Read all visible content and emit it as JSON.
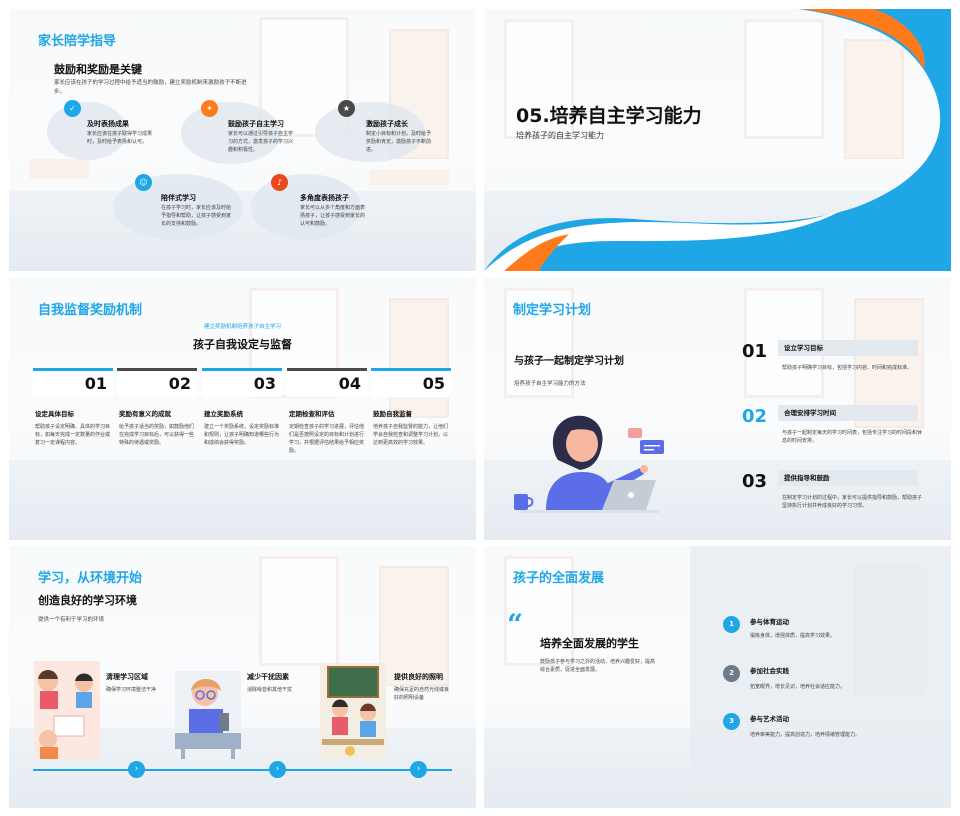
{
  "colors": {
    "accent": "#1fa6e6",
    "orange": "#ff7a1a",
    "dark": "#4a4a4a",
    "red": "#e8491d"
  },
  "slide1": {
    "title": "家长陪学指导",
    "heading": "鼓励和奖励是关键",
    "intro": "家长应该在孩子的学习过程中给予适当的鼓励，建立奖励机制来激励孩子不断进步。",
    "cards": [
      {
        "title": "及时表扬成果",
        "text": "家长应该在孩子取得学习成果时，及时给予表扬和认可。",
        "icon": "thumbs-up-icon"
      },
      {
        "title": "鼓励孩子自主学习",
        "text": "家长可以通过引导孩子自主学习的方式，激发孩子的学习兴趣和积极性。",
        "icon": "lightbulb-icon"
      },
      {
        "title": "激励孩子成长",
        "text": "制定小目标和计划，及时给予奖励和肯定，激励孩子不断前进。",
        "icon": "medal-icon"
      },
      {
        "title": "陪伴式学习",
        "text": "在孩子学习时，家长应该及时给予指导和帮助，让孩子感受到家长的支持和鼓励。",
        "icon": "people-icon"
      },
      {
        "title": "多角度表扬孩子",
        "text": "家长可以从多个角度和方面表扬孩子，让孩子感受到家长的认可和鼓励。",
        "icon": "megaphone-icon"
      }
    ]
  },
  "slide2": {
    "title": "05.培养自主学习能力",
    "subtitle": "培养孩子的自主学习能力"
  },
  "slide3": {
    "title": "自我监督奖励机制",
    "top_text": "建立奖励机制培养孩子自主学习",
    "heading": "孩子自我设定与监督",
    "columns": [
      {
        "num": "01",
        "title": "设定具体目标",
        "text": "帮助孩子设定明确、具体的学习目标，如每天完成一定数量的作业或复习一定课程内容。"
      },
      {
        "num": "02",
        "title": "奖励有意义的成就",
        "text": "给予孩子适当的奖励，如鼓励他们在完成学习目标后，可以获得一些特殊的待遇或奖励。"
      },
      {
        "num": "03",
        "title": "建立奖励系统",
        "text": "建立一个奖励系统，设定奖励标准和规则，让孩子明确知道哪些行为和成绩会获得奖励。"
      },
      {
        "num": "04",
        "title": "定期检查和评估",
        "text": "定期检查孩子的学习进展，评估他们是否按照设定的目标和计划进行学习，并根据评估结果给予相应奖励。"
      },
      {
        "num": "05",
        "title": "鼓励自我监督",
        "text": "培养孩子自我监督的能力，让他们学会自我检查和调整学习计划，以达到更高效的学习效果。"
      }
    ]
  },
  "slide4": {
    "title": "制定学习计划",
    "heading": "与孩子一起制定学习计划",
    "subtitle": "培养孩子自主学习能力的方法",
    "steps": [
      {
        "num": "01",
        "title": "设立学习目标",
        "text": "帮助孩子明确学习目标，包括学习内容、时间和完成标准。"
      },
      {
        "num": "02",
        "title": "合理安排学习时间",
        "text": "与孩子一起制定每天的学习时间表，包括专注学习的时间段和休息的时间安排。"
      },
      {
        "num": "03",
        "title": "提供指导和鼓励",
        "text": "在制定学习计划的过程中，家长可以提供指导和鼓励，帮助孩子坚持执行计划并养成良好的学习习惯。"
      }
    ]
  },
  "slide5": {
    "title": "学习，从环境开始",
    "heading": "创造良好的学习环境",
    "subtitle": "提供一个有利于学习的环境",
    "items": [
      {
        "title": "清理学习区域",
        "text": "确保学习环境整洁干净"
      },
      {
        "title": "减少干扰因素",
        "text": "消除噪音和其他干扰"
      },
      {
        "title": "提供良好的照明",
        "text": "确保充足的自然光线或良好的照明设备"
      }
    ]
  },
  "slide6": {
    "title": "孩子的全面发展",
    "quote_mark": "“",
    "heading": "培养全面发展的学生",
    "text": "鼓励孩子参与学习之外的活动，培养兴趣爱好，提高综合素质，促进全面发展。",
    "items": [
      {
        "num": "1",
        "title": "参与体育运动",
        "text": "锻炼身体，增强体质，提高学习效果。"
      },
      {
        "num": "2",
        "title": "参加社会实践",
        "text": "拓宽眼界，增长见识，培养社会适应能力。"
      },
      {
        "num": "3",
        "title": "参与艺术活动",
        "text": "培养审美能力，提高创造力，培养情绪管理能力。"
      }
    ]
  }
}
